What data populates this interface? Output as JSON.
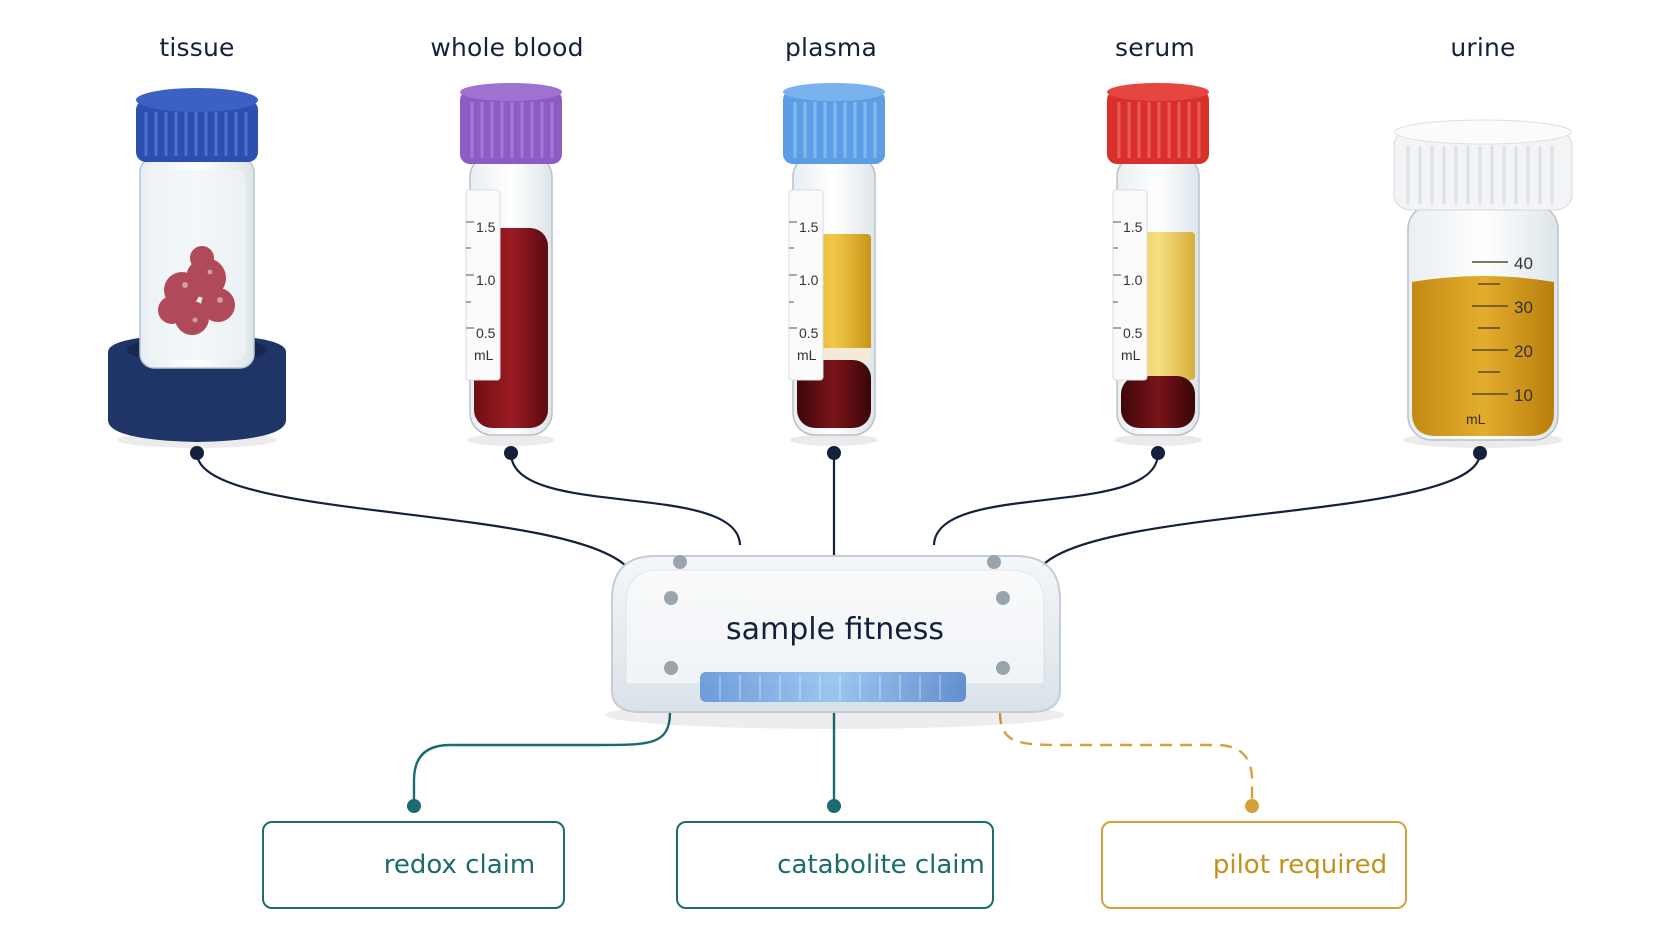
{
  "samples": [
    {
      "label": "tissue"
    },
    {
      "label": "whole blood",
      "scale": [
        "1.5",
        "1.0",
        "0.5",
        "mL"
      ]
    },
    {
      "label": "plasma",
      "scale": [
        "1.5",
        "1.0",
        "0.5",
        "mL"
      ]
    },
    {
      "label": "serum",
      "scale": [
        "1.5",
        "1.0",
        "0.5",
        "mL"
      ]
    },
    {
      "label": "urine",
      "scale": [
        "40",
        "30",
        "20",
        "10",
        "mL"
      ]
    }
  ],
  "hub": {
    "label": "sample fitness"
  },
  "outcomes": [
    {
      "label": "redox claim",
      "icon": "redox-cycle-icon"
    },
    {
      "label": "catabolite claim",
      "icon": "network-triangle-icon"
    },
    {
      "label": "pilot required",
      "icon": "question-circle-icon"
    }
  ],
  "colors": {
    "navy": "#14213d",
    "teal": "#1c6b6e",
    "gold": "#d4a13a"
  }
}
